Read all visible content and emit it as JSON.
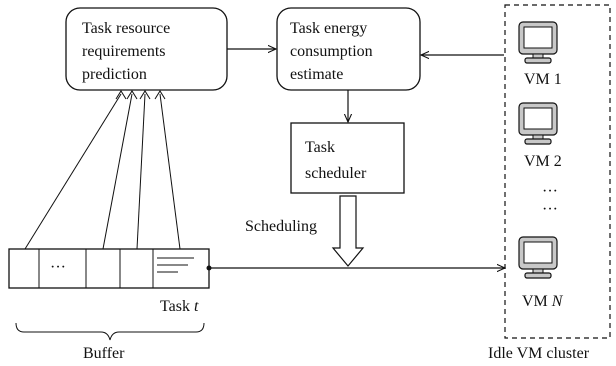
{
  "diagram": {
    "prediction_box": {
      "line1": "Task resource",
      "line2": "requirements",
      "line3": "prediction"
    },
    "energy_box": {
      "line1": "Task energy",
      "line2": "consumption",
      "line3": "estimate"
    },
    "scheduler_box": {
      "line1": "Task",
      "line2": "scheduler"
    },
    "scheduling_label": "Scheduling",
    "buffer": {
      "ellipsis": "···",
      "task_label": "Task",
      "task_var": "t",
      "label": "Buffer"
    },
    "vm_cluster": {
      "vms": [
        {
          "label": "VM 1"
        },
        {
          "label": "VM 2"
        },
        {
          "label_prefix": "VM",
          "label_var": "N"
        }
      ],
      "ellipsis": "···",
      "label": "Idle VM cluster"
    },
    "icon": "computer-monitor-icon"
  }
}
